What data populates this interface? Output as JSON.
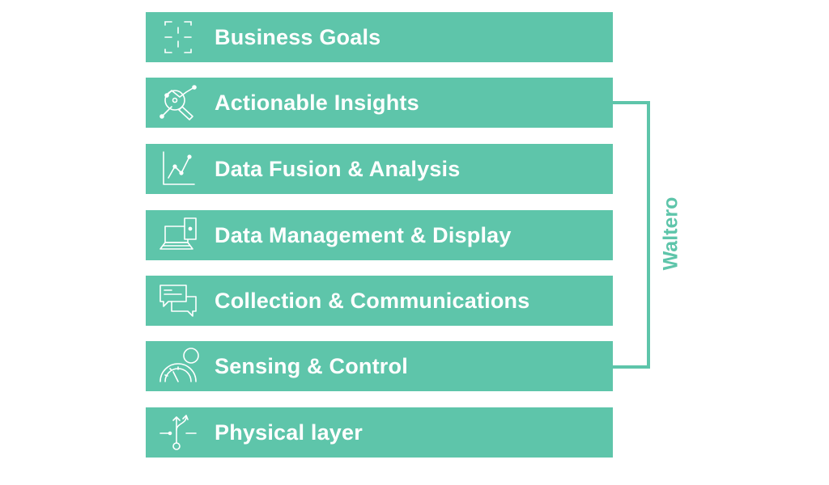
{
  "theme": {
    "layer_fill": "#5ec5aa",
    "icon_stroke": "#ffffff",
    "bracket_color": "#5ec5aa"
  },
  "layers": [
    {
      "label": "Business Goals",
      "icon": "focus-frame-icon"
    },
    {
      "label": "Actionable Insights",
      "icon": "insight-graph-icon"
    },
    {
      "label": "Data Fusion & Analysis",
      "icon": "line-chart-icon"
    },
    {
      "label": "Data Management & Display",
      "icon": "laptop-phone-icon"
    },
    {
      "label": "Collection & Communications",
      "icon": "chat-bubbles-icon"
    },
    {
      "label": "Sensing & Control",
      "icon": "gauge-icon"
    },
    {
      "label": "Physical layer",
      "icon": "branching-arrows-icon"
    }
  ],
  "bracket": {
    "label": "Waltero"
  }
}
